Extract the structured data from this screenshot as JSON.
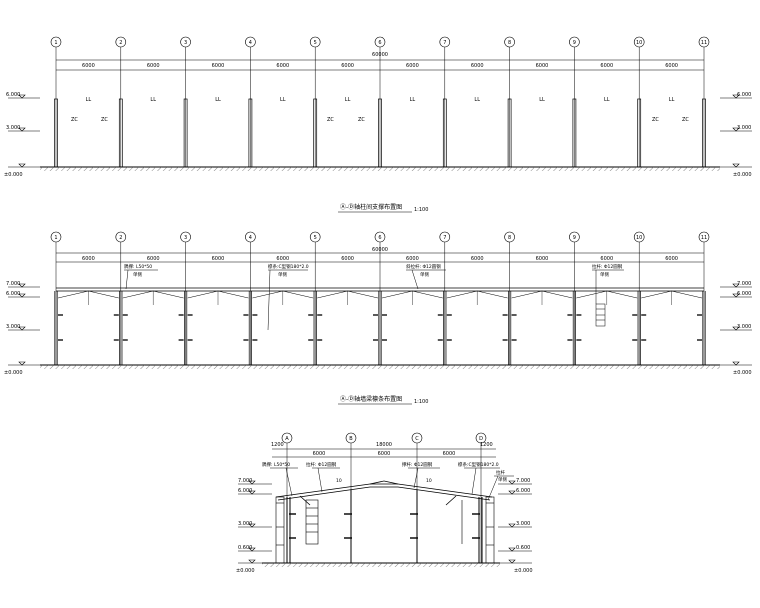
{
  "axes_numeric": [
    "1",
    "2",
    "3",
    "4",
    "5",
    "6",
    "7",
    "8",
    "9",
    "10",
    "11"
  ],
  "axes_letters": [
    "A",
    "B",
    "C",
    "D"
  ],
  "bays": [
    "6000",
    "6000",
    "6000",
    "6000",
    "6000",
    "6000",
    "6000",
    "6000",
    "6000",
    "6000"
  ],
  "elev1": {
    "total": "60000",
    "labels_ll": [
      "LL",
      "LL",
      "LL",
      "LL",
      "LL",
      "LL",
      "LL",
      "LL",
      "LL",
      "LL"
    ],
    "labels_zc": [
      "ZC",
      "ZC",
      "ZC",
      "ZC",
      "ZC",
      "ZC"
    ],
    "lvl_top": "6.000",
    "lvl_mid": "3.000",
    "lvl_ground": "±0.000",
    "title": "Ⓐ-Ⓓ轴柱间支撑布置图",
    "scale": "1:100"
  },
  "elev2": {
    "total": "60000",
    "note1": "隅撑: L50*50",
    "note1b": "单侧",
    "note2": "檩条:C型钢180*2.0",
    "note2b": "单侧",
    "note3": "斜拉杆: Φ12圆钢",
    "note3b": "单侧",
    "note4": "拉杆: Φ12圆钢",
    "note4b": "单侧",
    "lvl_ridge": "7.000",
    "lvl_top": "6.000",
    "lvl_mid": "3.000",
    "lvl_ground": "±0.000",
    "title": "Ⓐ-Ⓓ轴墙梁檩条布置图",
    "scale": "1:100"
  },
  "section": {
    "total": "18000",
    "left_ext": "1200",
    "right_ext": "1200",
    "bays": [
      "6000",
      "6000",
      "6000"
    ],
    "note1": "隅撑: L50*50",
    "note2": "拉杆: Φ12圆钢",
    "note3": "撑杆: Φ12圆钢",
    "note4": "檩条:C型钢180*2.0",
    "note5": "拉杆",
    "note5b": "单侧",
    "slope1": "10",
    "slope2": "10",
    "lvl_ridge": "7.000",
    "lvl_top": "6.000",
    "lvl_mid": "3.000",
    "lvl_low": "0.600",
    "lvl_ground": "±0.000"
  }
}
